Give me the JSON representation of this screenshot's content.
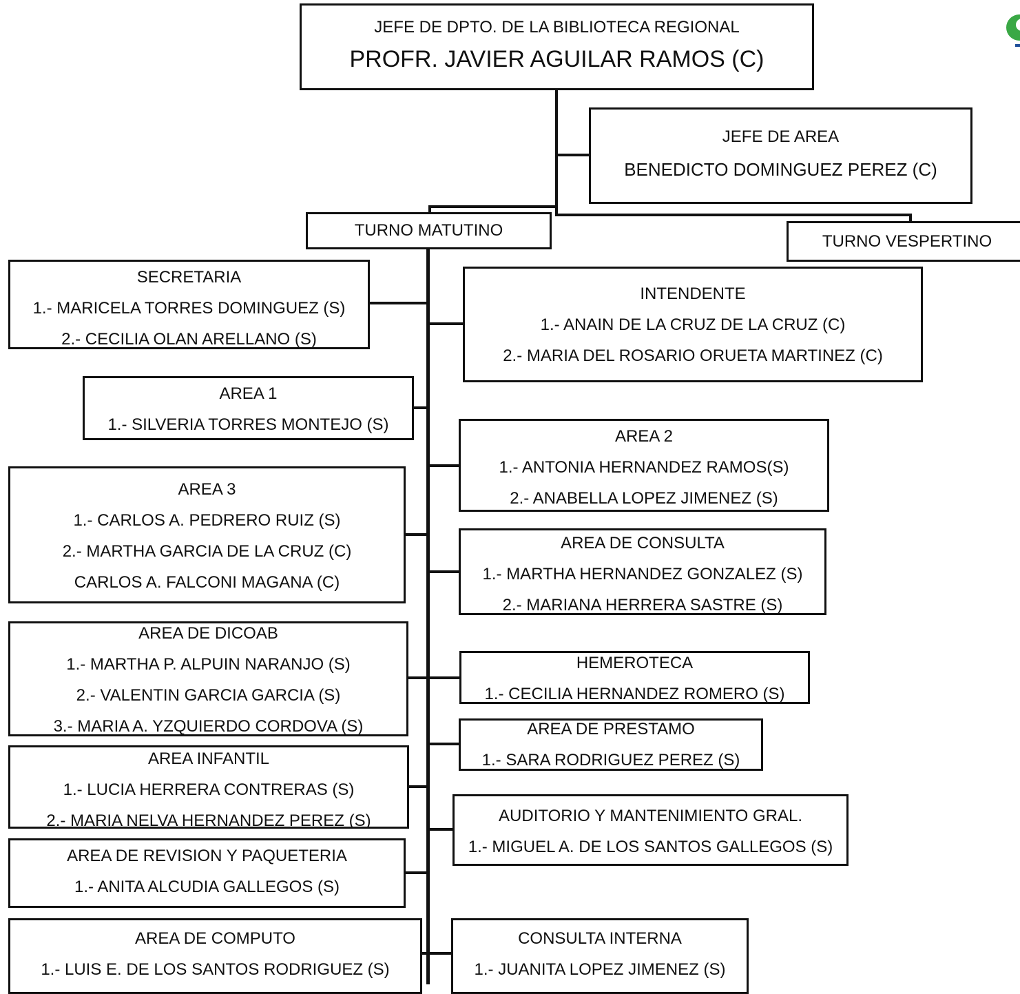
{
  "head": {
    "title": "JEFE DE DPTO. DE LA BIBLIOTECA REGIONAL",
    "name": "PROFR. JAVIER AGUILAR RAMOS (C)"
  },
  "jefe_area": {
    "title": "JEFE DE AREA",
    "name": "BENEDICTO DOMINGUEZ PEREZ (C)"
  },
  "turno_matutino": "TURNO MATUTINO",
  "turno_vespertino": "TURNO VESPERTINO",
  "units": {
    "secretaria": {
      "title": "SECRETARIA",
      "members": [
        "1.- MARICELA TORRES DOMINGUEZ (S)",
        "2.- CECILIA OLAN ARELLANO (S)"
      ]
    },
    "area1": {
      "title": "AREA 1",
      "members": [
        "1.- SILVERIA TORRES MONTEJO (S)"
      ]
    },
    "area3": {
      "title": "AREA 3",
      "members": [
        "1.- CARLOS A. PEDRERO RUIZ (S)",
        "2.- MARTHA GARCIA DE LA CRUZ (C)",
        "CARLOS A.  FALCONI MAGANA (C)"
      ]
    },
    "dicoab": {
      "title": "AREA DE DICOAB",
      "members": [
        "1.- MARTHA P. ALPUIN NARANJO (S)",
        "2.- VALENTIN GARCIA GARCIA (S)",
        "3.- MARIA A. YZQUIERDO CORDOVA (S)"
      ]
    },
    "infantil": {
      "title": "AREA INFANTIL",
      "members": [
        "1.- LUCIA HERRERA CONTRERAS (S)",
        "2.- MARIA NELVA HERNANDEZ PEREZ (S)"
      ]
    },
    "revision": {
      "title": "AREA DE REVISION Y PAQUETERIA",
      "members": [
        "1.- ANITA ALCUDIA GALLEGOS (S)"
      ]
    },
    "computo": {
      "title": "AREA DE COMPUTO",
      "members": [
        "1.- LUIS E. DE LOS SANTOS RODRIGUEZ (S)"
      ]
    },
    "intendente": {
      "title": "INTENDENTE",
      "members": [
        "1.- ANAIN DE LA CRUZ DE LA CRUZ (C)",
        "2.-  MARIA DEL ROSARIO ORUETA MARTINEZ (C)"
      ]
    },
    "area2": {
      "title": "AREA 2",
      "members": [
        "1.- ANTONIA HERNANDEZ RAMOS(S)",
        "2.- ANABELLA LOPEZ JIMENEZ (S)"
      ]
    },
    "consulta": {
      "title": "AREA DE CONSULTA",
      "members": [
        "1.- MARTHA HERNANDEZ GONZALEZ (S)",
        "2.- MARIANA HERRERA SASTRE (S)"
      ]
    },
    "hemeroteca": {
      "title": "HEMEROTECA",
      "members": [
        "1.- CECILIA HERNANDEZ ROMERO (S)"
      ]
    },
    "prestamo": {
      "title": "AREA DE PRESTAMO",
      "members": [
        "1.- SARA RODRIGUEZ PEREZ (S)"
      ]
    },
    "auditorio": {
      "title": "AUDITORIO Y MANTENIMIENTO GRAL.",
      "members": [
        "1.- MIGUEL A. DE LOS SANTOS GALLEGOS (S)"
      ]
    },
    "consulta_interna": {
      "title": "CONSULTA INTERNA",
      "members": [
        "1.- JUANITA LOPEZ JIMENEZ (S)"
      ]
    }
  }
}
